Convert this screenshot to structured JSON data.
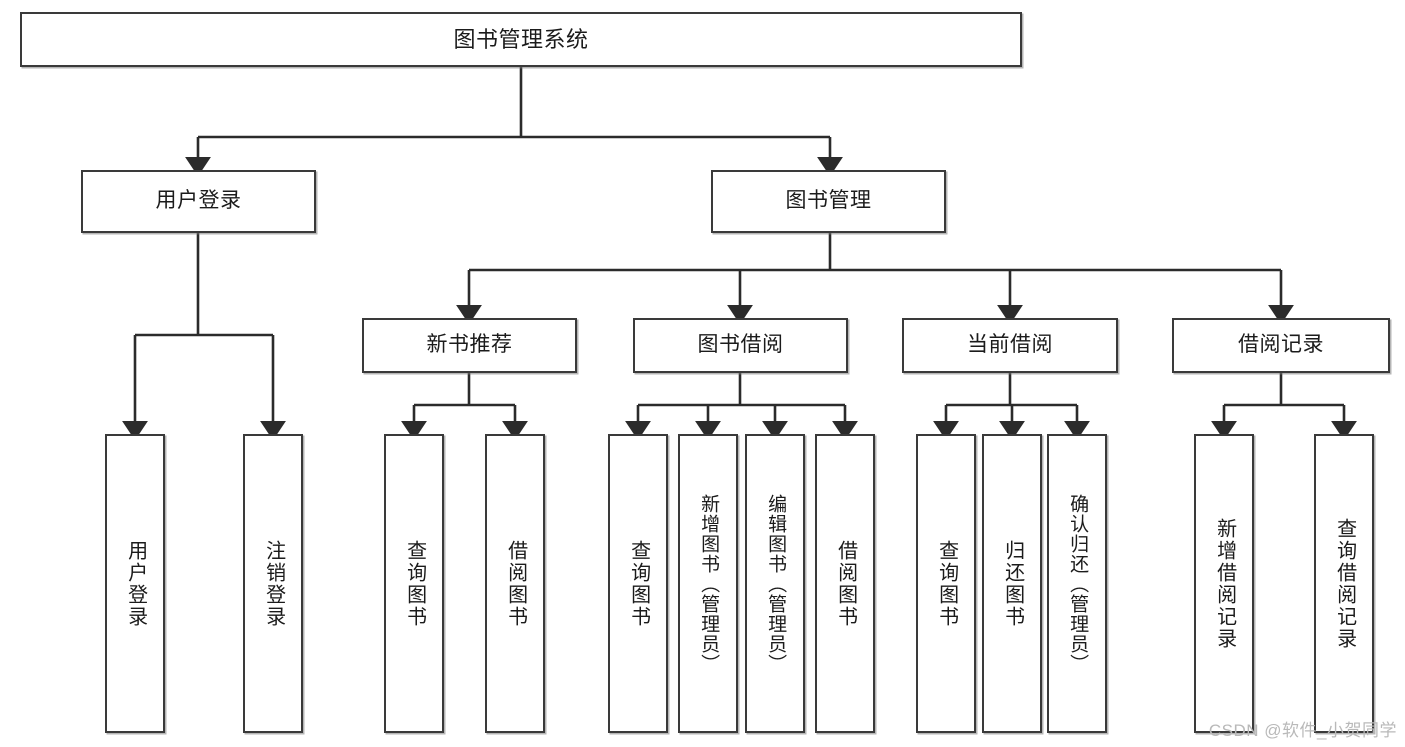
{
  "diagram": {
    "type": "tree",
    "title": "图书管理系统",
    "watermark": "CSDN @软件_小贺同学",
    "colors": {
      "box_border": "#3a3a3a",
      "box_fill": "#ffffff",
      "connector": "#2b2b2b",
      "watermark": "#b9b9b9"
    },
    "root": {
      "label": "图书管理系统"
    },
    "level2": [
      {
        "label": "用户登录"
      },
      {
        "label": "图书管理"
      }
    ],
    "level3": [
      {
        "label": "新书推荐"
      },
      {
        "label": "图书借阅"
      },
      {
        "label": "当前借阅"
      },
      {
        "label": "借阅记录"
      }
    ],
    "leaves": {
      "user_login": [
        {
          "label": "用户登录"
        },
        {
          "label": "注销登录"
        }
      ],
      "new_book": [
        {
          "label": "查询图书"
        },
        {
          "label": "借阅图书"
        }
      ],
      "book_borrow": [
        {
          "label": "查询图书"
        },
        {
          "label": "新增图书（管理员）"
        },
        {
          "label": "编辑图书（管理员）"
        },
        {
          "label": "借阅图书"
        }
      ],
      "current_borrow": [
        {
          "label": "查询图书"
        },
        {
          "label": "归还图书"
        },
        {
          "label": "确认归还（管理员）"
        }
      ],
      "borrow_record": [
        {
          "label": "新增借阅记录"
        },
        {
          "label": "查询借阅记录"
        }
      ]
    }
  }
}
